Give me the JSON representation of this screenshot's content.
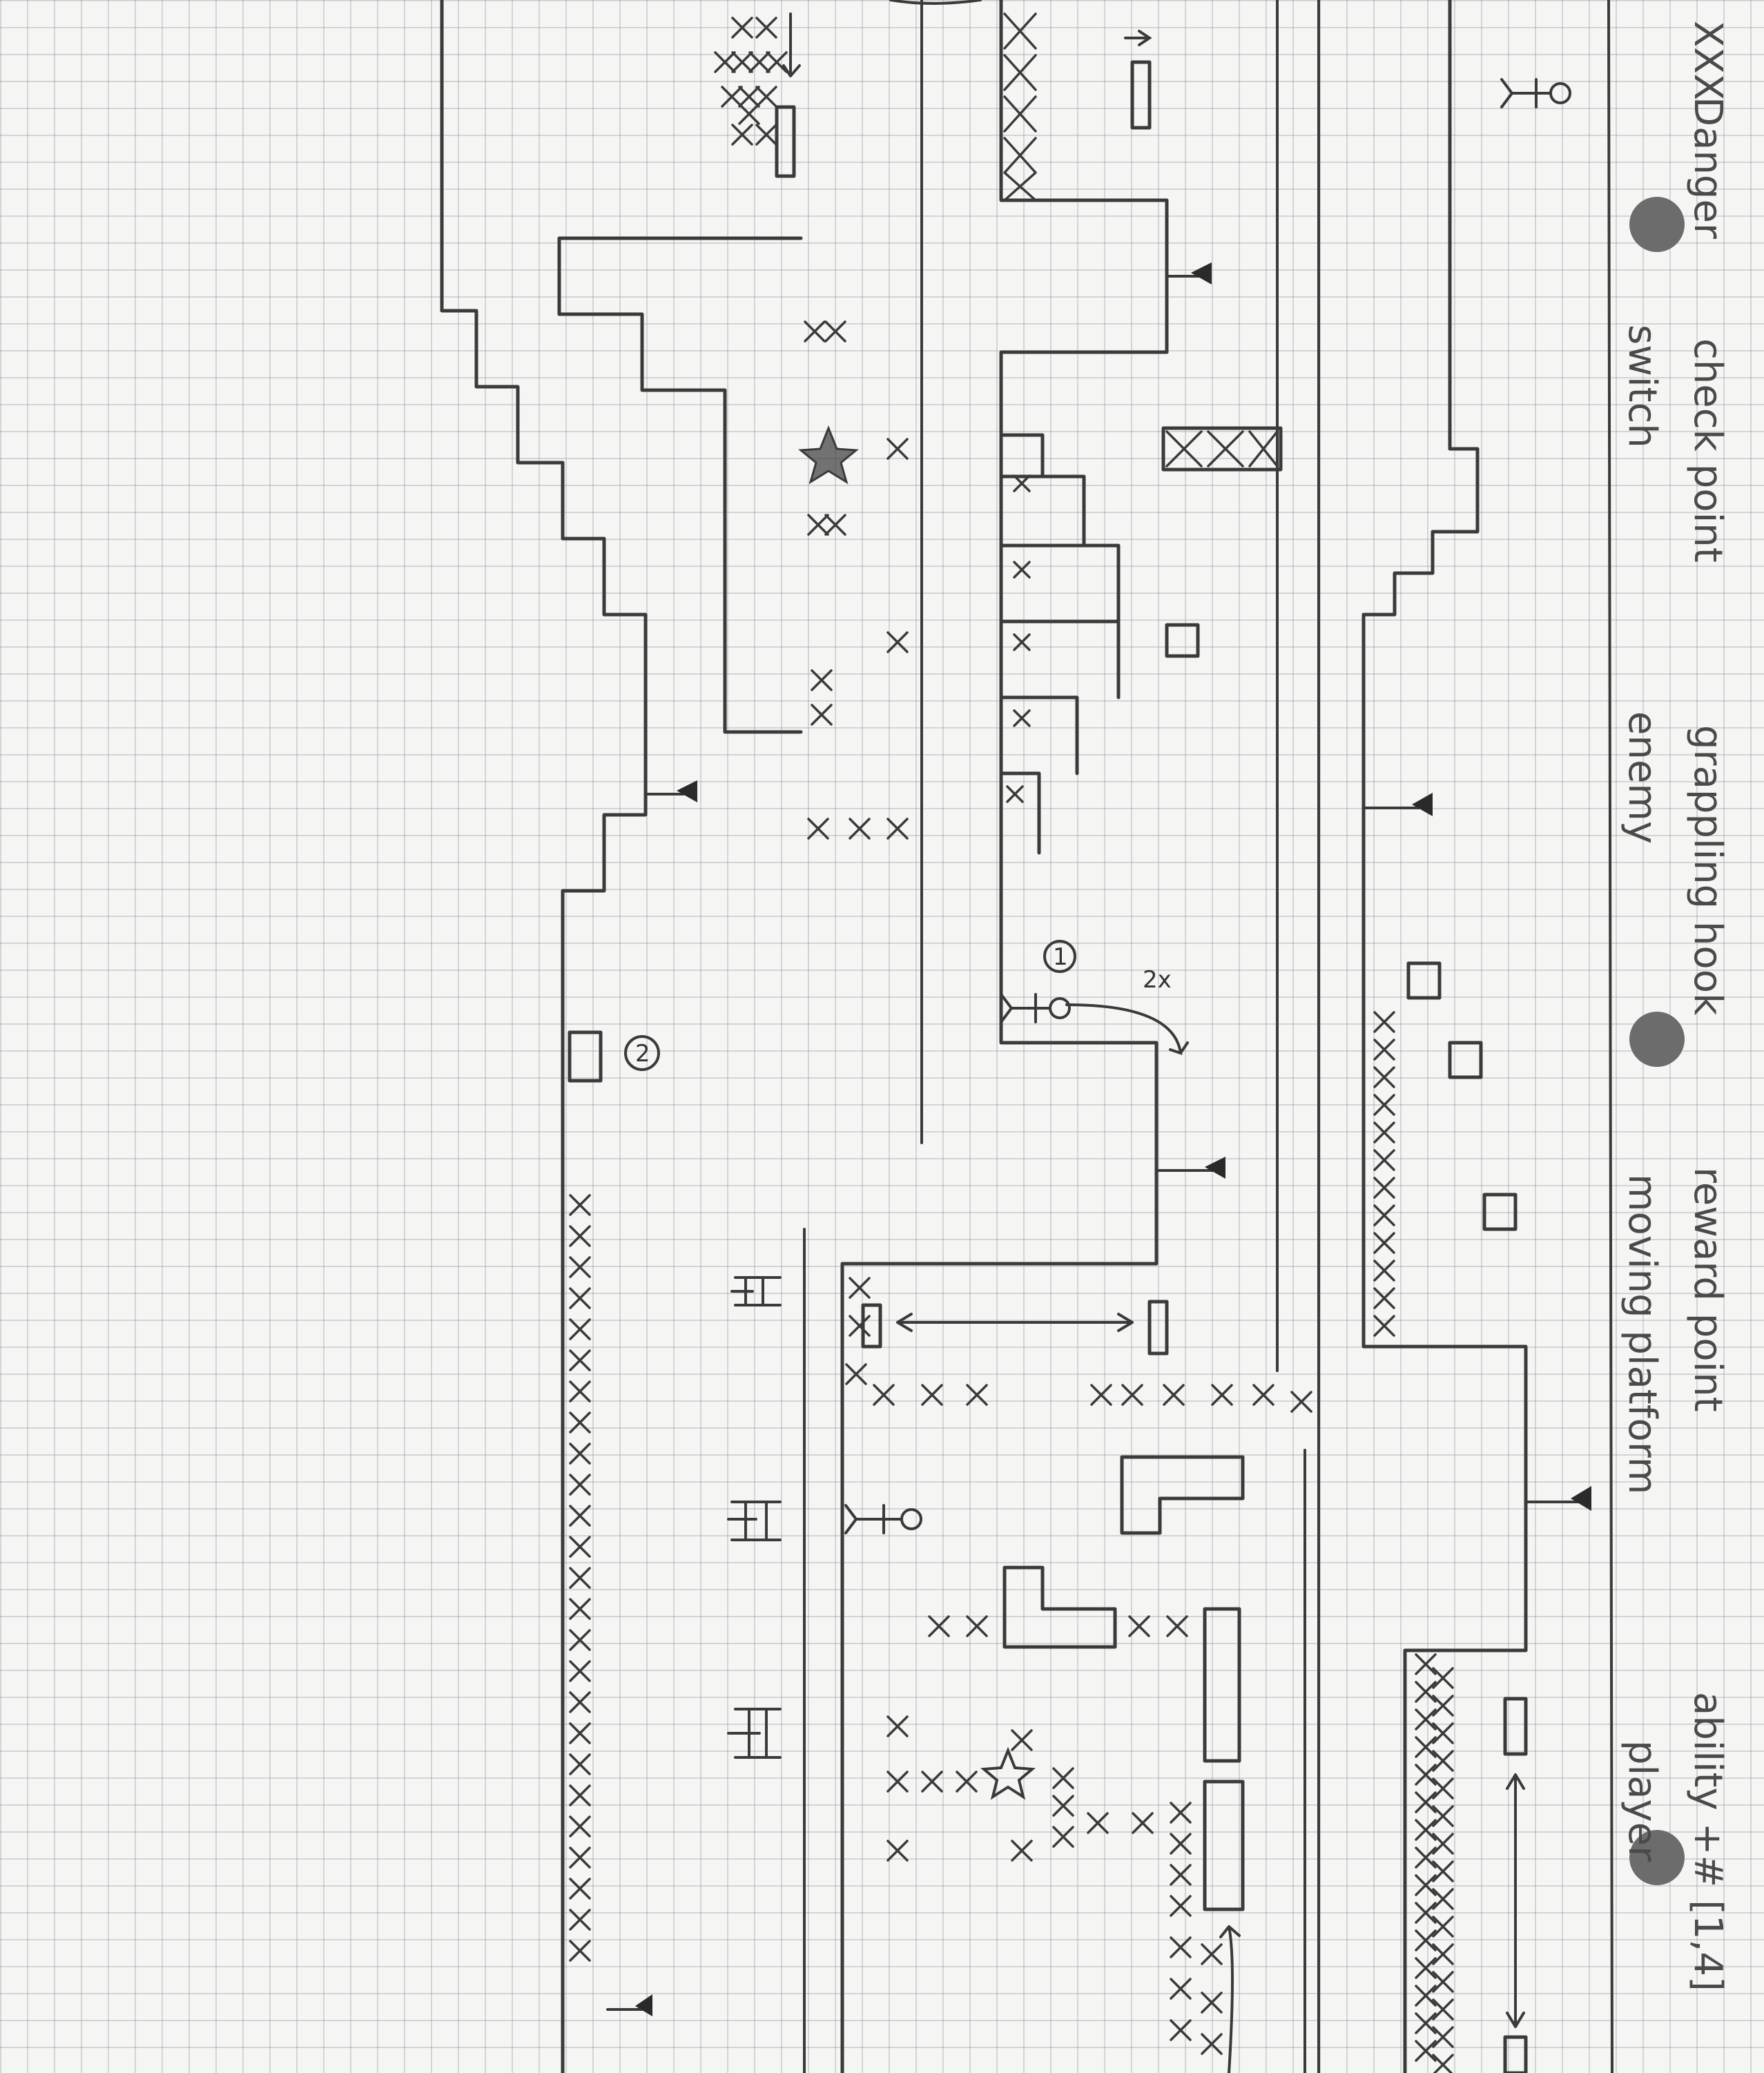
{
  "legend": {
    "items": [
      {
        "id": "danger",
        "symbol": "XXX",
        "label": "Danger"
      },
      {
        "id": "checkpoint",
        "label": "check point"
      },
      {
        "id": "grappling",
        "label": "grappling hook"
      },
      {
        "id": "reward",
        "label": "reward point"
      },
      {
        "id": "ability",
        "label": "ability +# [1,4]"
      },
      {
        "id": "switch",
        "label": "switch"
      },
      {
        "id": "enemy",
        "label": "enemy"
      },
      {
        "id": "moving",
        "label": "moving platform"
      },
      {
        "id": "player",
        "label": "player"
      }
    ]
  },
  "markers": {
    "ability_1": "1",
    "ability_2": "2",
    "repeat_note": "2x"
  },
  "colors": {
    "ink": "#3a3a3a",
    "paper": "#f5f5f3",
    "grid": "#8a96a0"
  }
}
